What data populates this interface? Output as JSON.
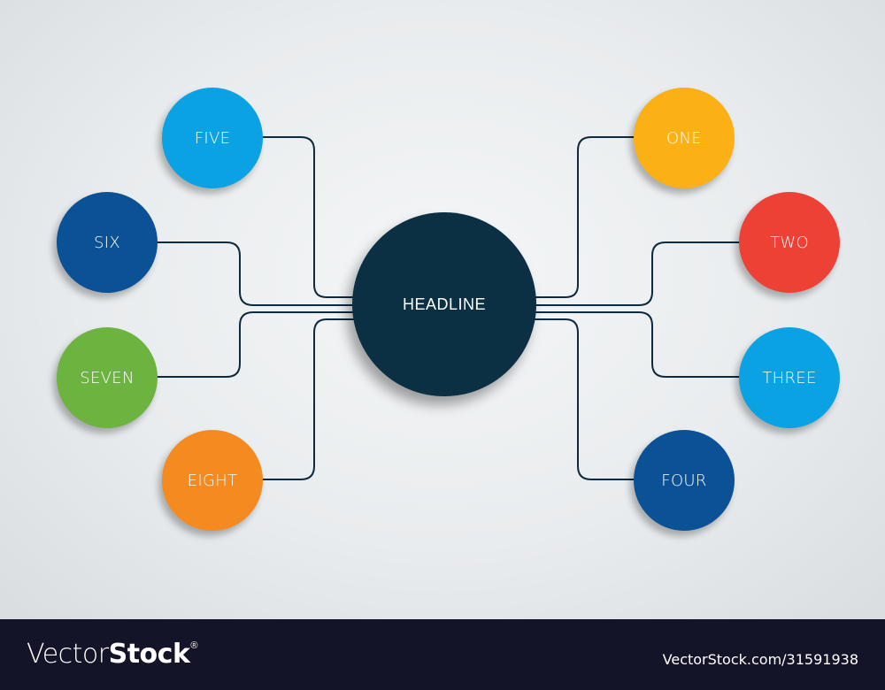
{
  "diagram": {
    "type": "mind-map",
    "center": {
      "label": "HEADLINE",
      "color": "#0b2f43"
    },
    "nodes": [
      {
        "id": "one",
        "label": "ONE",
        "color": "#fbb116",
        "side": "right"
      },
      {
        "id": "two",
        "label": "TWO",
        "color": "#ee4136",
        "side": "right"
      },
      {
        "id": "three",
        "label": "THREE",
        "color": "#0aa2e2",
        "side": "right"
      },
      {
        "id": "four",
        "label": "FOUR",
        "color": "#0a5196",
        "side": "right"
      },
      {
        "id": "five",
        "label": "FIVE",
        "color": "#0aa2e2",
        "side": "left"
      },
      {
        "id": "six",
        "label": "SIX",
        "color": "#0a5196",
        "side": "left"
      },
      {
        "id": "seven",
        "label": "SEVEN",
        "color": "#6db33f",
        "side": "left"
      },
      {
        "id": "eight",
        "label": "EIGHT",
        "color": "#f48a20",
        "side": "left"
      }
    ],
    "line_color": "#0d2b3e",
    "background": "#e9ecee"
  },
  "footer": {
    "brand_light": "Vector",
    "brand_bold": "Stock",
    "brand_mark": "®",
    "reference": "VectorStock.com/31591938",
    "background": "#131427"
  }
}
